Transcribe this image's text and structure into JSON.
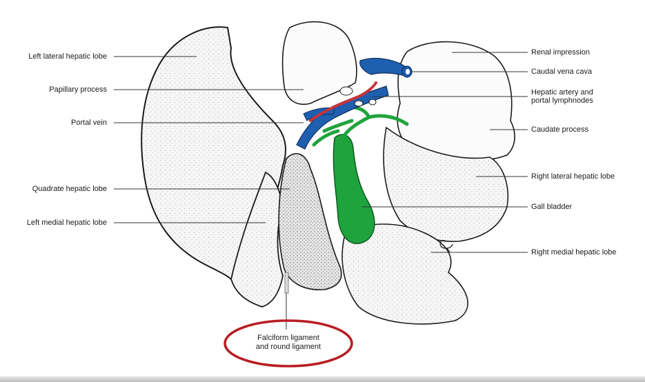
{
  "labels": {
    "left": [
      "Left lateral hepatic lobe",
      "Papillary process",
      "Portal vein",
      "Quadrate hepatic lobe",
      "Left medial hepatic lobe"
    ],
    "right": [
      "Renal impression",
      "Caudal vena cava",
      "Hepatic artery and",
      "portal lymphnodes",
      "Caudate process",
      "Right lateral hepatic lobe",
      "Gall bladder",
      "Right medial hepatic lobe"
    ],
    "bottom_line1": "Falciform ligament",
    "bottom_line2": "and round ligament"
  },
  "colors": {
    "vein_blue": "#1f5fb0",
    "artery_red": "#c8323a",
    "bile_green": "#1fa33d",
    "highlight_oval": "#b81c22",
    "outline": "#1a1a1a",
    "lobe_fill": "#f3f3f3"
  }
}
